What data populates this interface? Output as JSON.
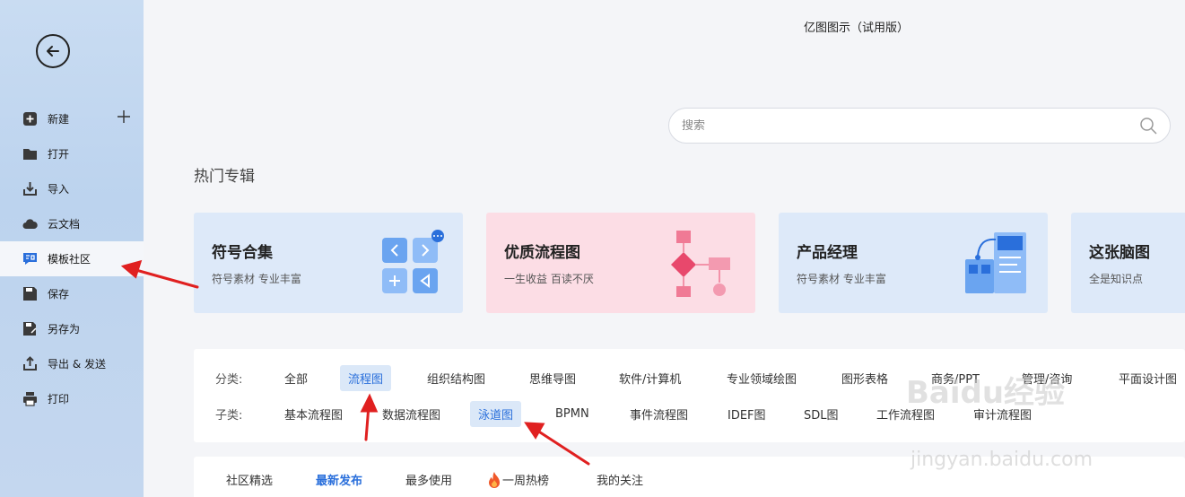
{
  "app": {
    "title": "亿图图示（试用版）"
  },
  "sidebar": {
    "items": [
      {
        "label": "新建",
        "icon": "plus-square-icon"
      },
      {
        "label": "打开",
        "icon": "folder-icon"
      },
      {
        "label": "导入",
        "icon": "import-icon"
      },
      {
        "label": "云文档",
        "icon": "cloud-icon"
      },
      {
        "label": "模板社区",
        "icon": "community-icon",
        "active": true
      },
      {
        "label": "保存",
        "icon": "save-icon"
      },
      {
        "label": "另存为",
        "icon": "save-as-icon"
      },
      {
        "label": "导出 & 发送",
        "icon": "export-icon"
      },
      {
        "label": "打印",
        "icon": "print-icon"
      }
    ]
  },
  "search": {
    "placeholder": "搜索"
  },
  "hot": {
    "title": "热门专辑",
    "cards": [
      {
        "title": "符号合集",
        "subtitle": "符号素材 专业丰富"
      },
      {
        "title": "优质流程图",
        "subtitle": "一生收益 百读不厌"
      },
      {
        "title": "产品经理",
        "subtitle": "符号素材 专业丰富"
      },
      {
        "title": "这张脑图",
        "subtitle": "全是知识点"
      }
    ]
  },
  "filter": {
    "category_label": "分类:",
    "categories": [
      "全部",
      "流程图",
      "组织结构图",
      "思维导图",
      "软件/计算机",
      "专业领域绘图",
      "图形表格",
      "商务/PPT",
      "管理/咨询",
      "平面设计图"
    ],
    "subcategory_label": "子类:",
    "subcategories": [
      "基本流程图",
      "数据流程图",
      "泳道图",
      "BPMN",
      "事件流程图",
      "IDEF图",
      "SDL图",
      "工作流程图",
      "审计流程图"
    ]
  },
  "tabs": [
    "社区精选",
    "最新发布",
    "最多使用",
    "一周热榜",
    "我的关注"
  ],
  "watermark": {
    "brand": "Baidu经验",
    "url": "jingyan.baidu.com"
  },
  "colors": {
    "accent": "#2a6fdb",
    "arrow": "#e02020",
    "selected_bg": "#dbe8f8"
  }
}
